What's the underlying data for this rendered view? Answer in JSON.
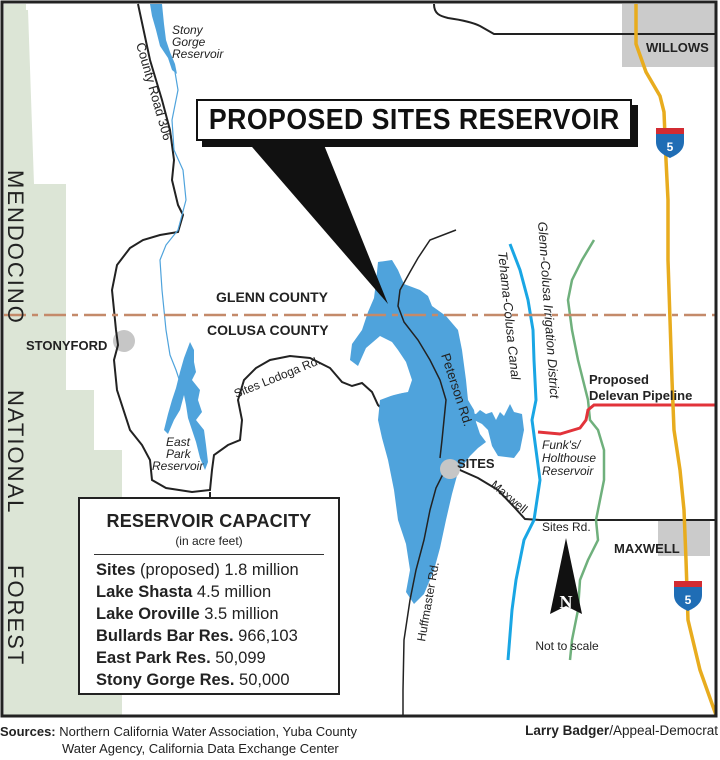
{
  "title": "PROPOSED SITES RESERVOIR",
  "colors": {
    "water": "#4fa3dc",
    "forest": "#dce5d6",
    "county_line": "#c48a6a",
    "interstate": "#e8ac1e",
    "pipeline": "#e2333a",
    "glenn_colusa_canal": "#6fb07c",
    "tehama_colusa_canal": "#19a6e4",
    "town": "#c8c8c8"
  },
  "regions": {
    "forest_line1": "MENDOCINO",
    "forest_line2": "NATIONAL",
    "forest_line3": "FOREST",
    "glenn_county": "GLENN COUNTY",
    "colusa_county": "COLUSA COUNTY"
  },
  "towns": {
    "willows": "WILLOWS",
    "stonyford": "STONYFORD",
    "sites": "SITES",
    "maxwell": "MAXWELL"
  },
  "water_labels": {
    "stony_gorge_1": "Stony",
    "stony_gorge_2": "Gorge",
    "stony_gorge_3": "Reservoir",
    "east_park_1": "East",
    "east_park_2": "Park",
    "east_park_3": "Reservoir",
    "funks_1": "Funk's/",
    "funks_2": "Holthouse",
    "funks_3": "Reservoir",
    "tehama_colusa": "Tehama-Colusa Canal",
    "glenn_colusa": "Glenn-Colusa Irrigation District"
  },
  "roads": {
    "county_road_306": "County Road 306",
    "sites_lodoga": "Sites Lodoga Rd.",
    "peterson": "Peterson Rd.",
    "huffmaster": "Huffmaster Rd.",
    "maxwell": "Maxwell",
    "sites_rd": "Sites Rd."
  },
  "pipeline": {
    "line1": "Proposed",
    "line2": "Delevan Pipeline"
  },
  "interstate": {
    "number": "5"
  },
  "compass": {
    "letter": "N",
    "note": "Not to scale"
  },
  "legend": {
    "title": "RESERVOIR CAPACITY",
    "subtitle": "(in acre feet)",
    "rows": [
      {
        "name": "Sites",
        "extra": " (proposed)",
        "value": " 1.8 million"
      },
      {
        "name": "Lake Shasta",
        "extra": "",
        "value": " 4.5 million"
      },
      {
        "name": "Lake Oroville",
        "extra": "",
        "value": " 3.5 million"
      },
      {
        "name": "Bullards Bar Res.",
        "extra": "",
        "value": " 966,103"
      },
      {
        "name": "East Park Res.",
        "extra": "",
        "value": " 50,099"
      },
      {
        "name": "Stony Gorge Res.",
        "extra": "",
        "value": " 50,000"
      }
    ]
  },
  "footer": {
    "sources_label": "Sources:",
    "sources_line1": " Northern California Water Association, Yuba County",
    "sources_line2": "Water Agency, California Data Exchange Center",
    "credit_name": "Larry Badger",
    "credit_org": "/Appeal-Democrat"
  }
}
